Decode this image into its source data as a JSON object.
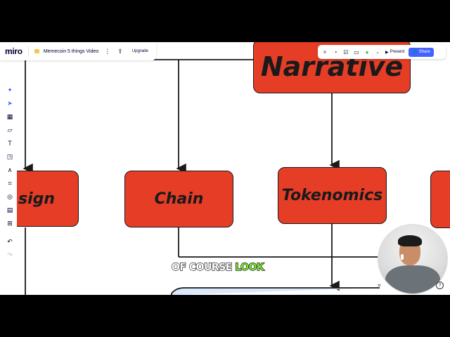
{
  "app": {
    "logo": "miro",
    "board_title": "Memecoin 5 things Video",
    "upgrade_label": "Upgrade",
    "present_label": "Present",
    "share_label": "Share"
  },
  "left_tools": [
    {
      "name": "ai-sparkle-icon"
    },
    {
      "name": "select-cursor-icon"
    },
    {
      "name": "templates-icon"
    },
    {
      "name": "sticky-note-icon"
    },
    {
      "name": "text-tool-icon"
    },
    {
      "name": "shapes-icon"
    },
    {
      "name": "pen-tool-icon"
    },
    {
      "name": "frame-tool-icon"
    },
    {
      "name": "comment-icon"
    },
    {
      "name": "more-tools-icon"
    },
    {
      "name": "add-icon"
    },
    {
      "name": "undo-icon"
    },
    {
      "name": "redo-icon"
    }
  ],
  "diagram": {
    "nodes": {
      "narrative": "Narrative",
      "design": "sign",
      "chain": "Chain",
      "tokenomics": "Tokenomics"
    }
  },
  "subtitle": {
    "white": "OF COURSE ",
    "green": "LOOK"
  },
  "colors": {
    "node_fill": "#e53d26",
    "accent": "#4262ff",
    "subtitle_highlight": "#7ee03a"
  }
}
